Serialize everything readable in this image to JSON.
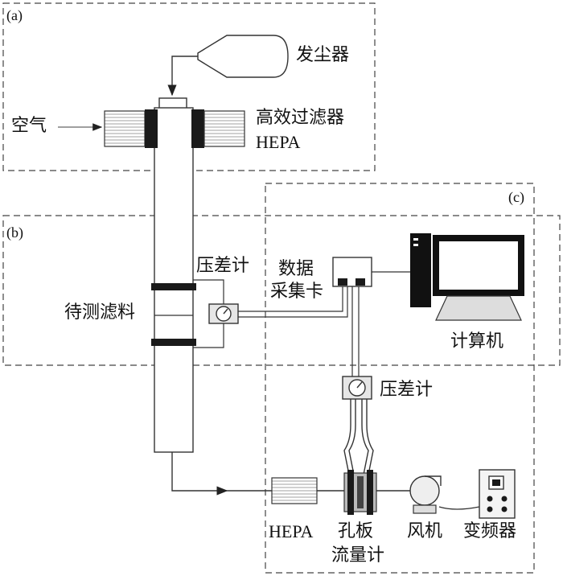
{
  "regions": {
    "a": "(a)",
    "b": "(b)",
    "c": "(c)"
  },
  "labels": {
    "dust_generator": "发尘器",
    "air": "空气",
    "hepa_filter_cn": "高效过滤器",
    "hepa_filter_en": "HEPA",
    "pressure_gauge_top": "压差计",
    "test_filter": "待测滤料",
    "daq_line1": "数据",
    "daq_line2": "采集卡",
    "computer": "计算机",
    "pressure_gauge_bottom": "压差计",
    "hepa_bottom": "HEPA",
    "orifice_line1": "孔板",
    "orifice_line2": "流量计",
    "fan": "风机",
    "inverter": "变频器"
  },
  "colors": {
    "line": "#333333",
    "dash": "#444444",
    "seal": "#1a1a1a",
    "monitor": "#111111",
    "fill_light": "#f4f4f4"
  }
}
